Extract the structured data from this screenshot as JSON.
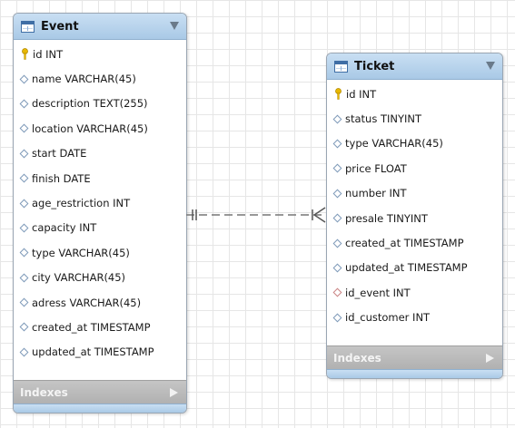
{
  "tables": {
    "event": {
      "title": "Event",
      "columns": [
        {
          "label": "id INT",
          "kind": "pk"
        },
        {
          "label": "name VARCHAR(45)",
          "kind": "col"
        },
        {
          "label": "description TEXT(255)",
          "kind": "col"
        },
        {
          "label": "location VARCHAR(45)",
          "kind": "col"
        },
        {
          "label": "start DATE",
          "kind": "col"
        },
        {
          "label": "finish DATE",
          "kind": "col"
        },
        {
          "label": "age_restriction INT",
          "kind": "col"
        },
        {
          "label": "capacity INT",
          "kind": "col"
        },
        {
          "label": "type VARCHAR(45)",
          "kind": "col"
        },
        {
          "label": "city VARCHAR(45)",
          "kind": "col"
        },
        {
          "label": "adress VARCHAR(45)",
          "kind": "col"
        },
        {
          "label": "created_at TIMESTAMP",
          "kind": "col"
        },
        {
          "label": "updated_at TIMESTAMP",
          "kind": "col"
        }
      ],
      "indexes_label": "Indexes"
    },
    "ticket": {
      "title": "Ticket",
      "columns": [
        {
          "label": "id INT",
          "kind": "pk"
        },
        {
          "label": "status TINYINT",
          "kind": "col"
        },
        {
          "label": "type VARCHAR(45)",
          "kind": "col"
        },
        {
          "label": "price FLOAT",
          "kind": "col"
        },
        {
          "label": "number INT",
          "kind": "col"
        },
        {
          "label": "presale TINYINT",
          "kind": "col"
        },
        {
          "label": "created_at TIMESTAMP",
          "kind": "col"
        },
        {
          "label": "updated_at TIMESTAMP",
          "kind": "col"
        },
        {
          "label": "id_event INT",
          "kind": "fk"
        },
        {
          "label": "id_customer INT",
          "kind": "col"
        }
      ],
      "indexes_label": "Indexes"
    }
  },
  "relationship": {
    "from": "Event",
    "to": "Ticket",
    "from_cardinality": "one-and-only-one",
    "to_cardinality": "one-or-many",
    "line_style": "dashed"
  },
  "colors": {
    "header": "#b4d2ee",
    "indexes_bar": "#bbbbbb",
    "key": "#e8b800",
    "column_diamond": "#7d99b8",
    "fk_diamond": "#c98282",
    "relation_line": "#777777"
  },
  "icons": {
    "table": "table-grid-icon",
    "collapse": "collapse-triangle-icon",
    "primary_key": "key-icon",
    "column": "diamond-icon",
    "foreign_key": "red-diamond-icon",
    "expand_indexes": "expand-arrow-icon"
  }
}
